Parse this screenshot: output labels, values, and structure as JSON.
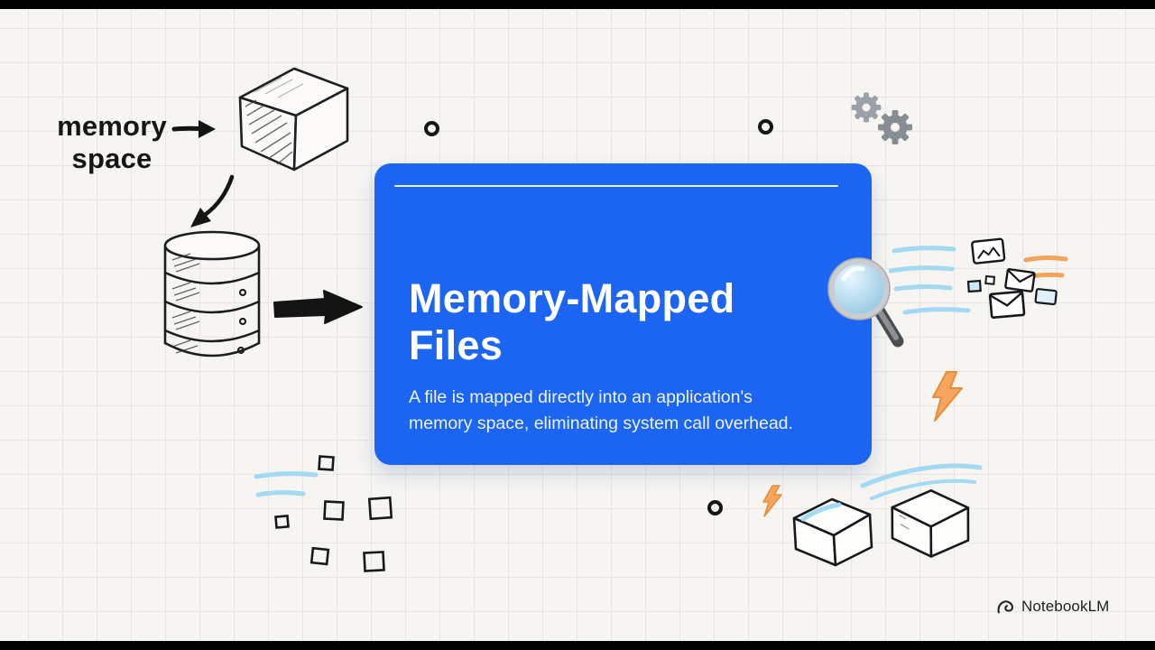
{
  "card": {
    "title": "Memory-Mapped Files",
    "description": "A file is mapped directly into an application's memory space, eliminating system call overhead."
  },
  "labels": {
    "memory_space": "memory space"
  },
  "brand": {
    "name": "NotebookLM"
  },
  "colors": {
    "card_blue": "#1c64f2",
    "ink": "#161616",
    "sketch_blue": "#a3d9f2",
    "sketch_orange": "#f2a35c",
    "background": "#f6f5f2",
    "grid_line": "#e8e5e1"
  }
}
